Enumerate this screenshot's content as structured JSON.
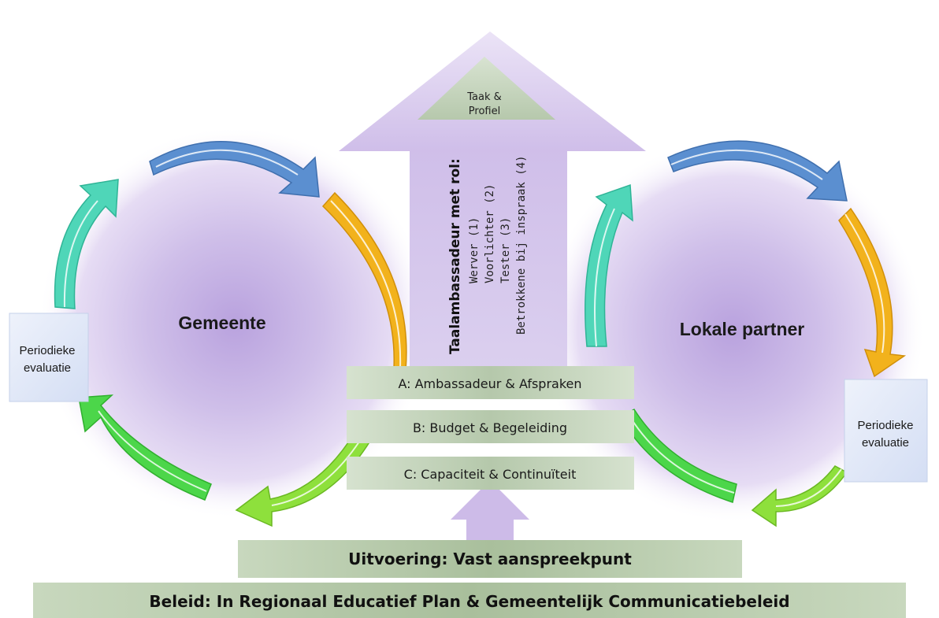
{
  "left_cycle": {
    "label": "Gemeente",
    "evaluation": [
      "Periodieke",
      "evaluatie"
    ]
  },
  "right_cycle": {
    "label": "Lokale partner",
    "evaluation": [
      "Periodieke",
      "evaluatie"
    ]
  },
  "central_arrow": {
    "tip": [
      "Taak &",
      "Profiel"
    ],
    "roles_title": "Taalambassadeur met rol:",
    "roles": [
      "Werver (1)",
      "Voorlichter (2)",
      "Tester (3)",
      "Betrokkene bij inspraak (4)"
    ]
  },
  "pillars": [
    "A: Ambassadeur & Afspraken",
    "B: Budget & Begeleiding",
    "C: Capaciteit & Continuïteit"
  ],
  "execution_bar": "Uitvoering: Vast aanspreekpunt",
  "policy_bar": "Beleid: In Regionaal Educatief Plan & Gemeentelijk Communicatiebeleid",
  "colors": {
    "blue": "#5b8fd0",
    "orange": "#f2b21c",
    "green": "#4cd64a",
    "lime": "#8ee03c",
    "teal": "#4fd6b8",
    "purple": "#c7b3e6",
    "sage": "#b9cbb0"
  }
}
